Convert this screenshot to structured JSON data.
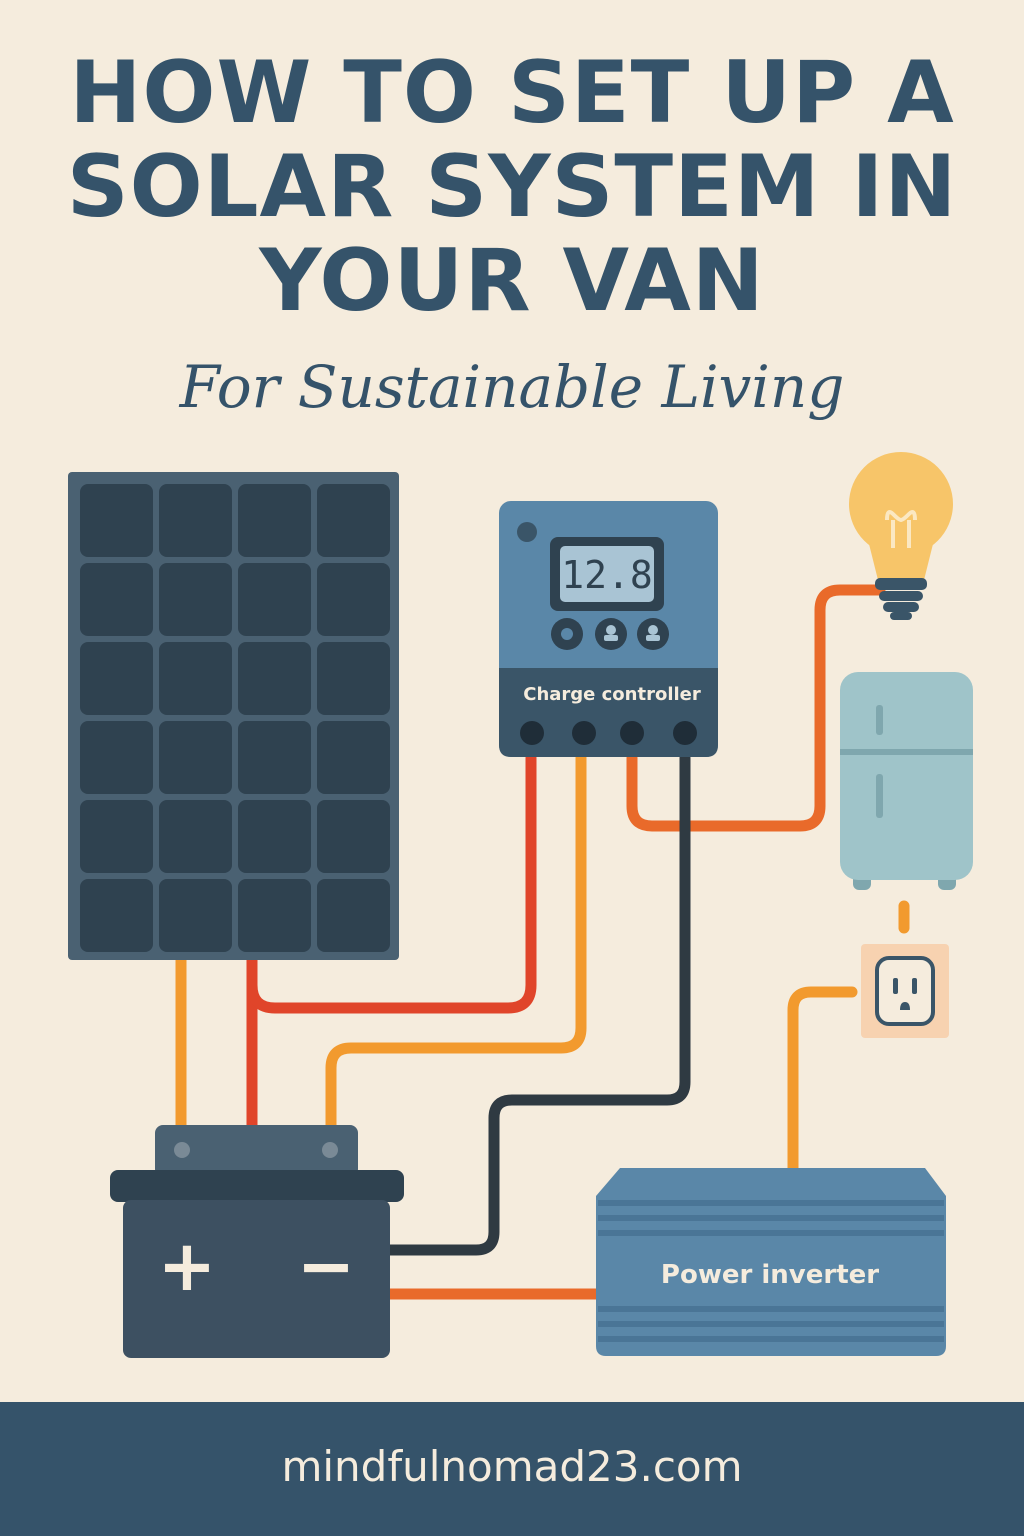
{
  "title": {
    "line1": "HOW TO SET UP A",
    "line2": "SOLAR SYSTEM IN",
    "line3": "YOUR VAN"
  },
  "subtitle": "For Sustainable Living",
  "components": {
    "solar_panel": {
      "icon": "solar-panel-icon"
    },
    "charge_controller": {
      "label": "Charge controller",
      "display": "12.8",
      "icon": "charge-controller-icon"
    },
    "battery": {
      "icon": "battery-icon",
      "plus": "+",
      "minus": "−"
    },
    "power_inverter": {
      "label": "Power inverter",
      "icon": "power-inverter-icon"
    },
    "light_bulb": {
      "icon": "light-bulb-icon"
    },
    "fridge": {
      "icon": "fridge-icon"
    },
    "outlet": {
      "icon": "power-outlet-icon"
    }
  },
  "footer": {
    "website": "mindfulnomad23.com"
  },
  "colors": {
    "background": "#f5ecdd",
    "navy": "#35536a",
    "panel": "#2f4250",
    "controller": "#5a87a8",
    "wire_red": "#e0452a",
    "wire_orange": "#f29a2e",
    "wire_black": "#2f3a42",
    "fridge": "#9fc4c9",
    "bulb": "#f7c569"
  }
}
